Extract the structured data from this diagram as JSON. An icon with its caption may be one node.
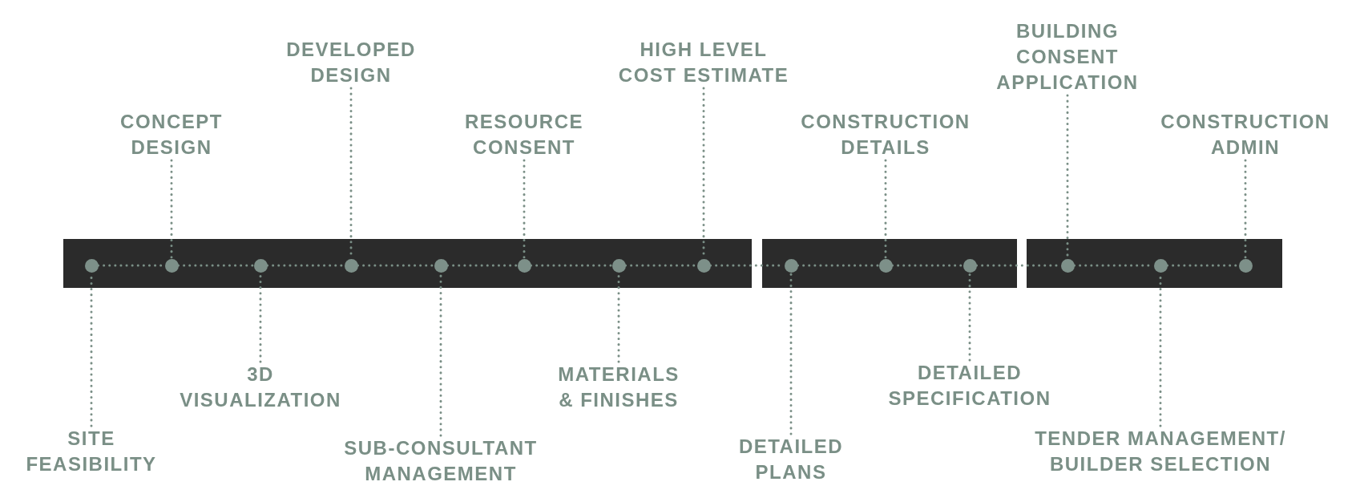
{
  "diagram": {
    "nodes": [
      {
        "text": [],
        "shape": "bar"
      },
      {
        "text": [],
        "shape": "bar"
      },
      {
        "text": [],
        "shape": "bar"
      },
      {
        "text": [],
        "shape": "circle",
        "in": 0
      },
      {
        "text": [],
        "shape": "circle",
        "in": 0
      },
      {
        "text": [],
        "shape": "circle",
        "in": 0
      },
      {
        "text": [],
        "shape": "circle",
        "in": 0
      },
      {
        "text": [],
        "shape": "circle",
        "in": 0
      },
      {
        "text": [],
        "shape": "circle",
        "in": 0
      },
      {
        "text": [],
        "shape": "circle",
        "in": 0
      },
      {
        "text": [],
        "shape": "circle",
        "in": 0
      },
      {
        "text": [],
        "shape": "circle",
        "in": 1
      },
      {
        "text": [],
        "shape": "circle",
        "in": 1
      },
      {
        "text": [],
        "shape": "circle",
        "in": 1
      },
      {
        "text": [],
        "shape": "circle",
        "in": 2
      },
      {
        "text": [],
        "shape": "circle",
        "in": 2
      },
      {
        "text": [],
        "shape": "circle",
        "in": 2
      },
      {
        "text": [
          "SITE FEASIBILITY"
        ]
      },
      {
        "text": [
          "CONCEPT DESIGN"
        ]
      },
      {
        "text": [
          "3D VISUALIZATION"
        ]
      },
      {
        "text": [
          "DEVELOPED DESIGN"
        ]
      },
      {
        "text": [
          "SUB-CONSULTANT MANAGEMENT"
        ]
      },
      {
        "text": [
          "RESOURCE CONSENT"
        ]
      },
      {
        "text": [
          "MATERIALS & FINISHES"
        ]
      },
      {
        "text": [
          "HIGH LEVEL COST ESTIMATE"
        ]
      },
      {
        "text": [
          "DETAILED PLANS"
        ]
      },
      {
        "text": [
          "CONSTRUCTION DETAILS"
        ]
      },
      {
        "text": [
          "DETAILED SPECIFICATION"
        ]
      },
      {
        "text": [
          "BUILDING CONSENT APPLICATION"
        ]
      },
      {
        "text": [
          "TENDER MANAGEMENT/ BUILDER SELECTION"
        ]
      },
      {
        "text": [
          "CONSTRUCTION ADMIN"
        ]
      }
    ],
    "edges": [
      {
        "from": 17,
        "to": 3,
        "arrow": "none"
      },
      {
        "from": 18,
        "to": 4,
        "arrow": "none"
      },
      {
        "from": 19,
        "to": 5,
        "arrow": "none"
      },
      {
        "from": 20,
        "to": 6,
        "arrow": "none"
      },
      {
        "from": 21,
        "to": 7,
        "arrow": "none"
      },
      {
        "from": 22,
        "to": 8,
        "arrow": "none"
      },
      {
        "from": 23,
        "to": 9,
        "arrow": "none"
      },
      {
        "from": 24,
        "to": 10,
        "arrow": "none"
      },
      {
        "from": 25,
        "to": 11,
        "arrow": "none"
      },
      {
        "from": 26,
        "to": 12,
        "arrow": "none"
      },
      {
        "from": 27,
        "to": 13,
        "arrow": "none"
      },
      {
        "from": 28,
        "to": 14,
        "arrow": "none"
      },
      {
        "from": 29,
        "to": 15,
        "arrow": "none"
      },
      {
        "from": 30,
        "to": 16,
        "arrow": "none"
      },
      {
        "from": 3,
        "to": 4,
        "arrow": "none"
      },
      {
        "from": 4,
        "to": 5,
        "arrow": "none"
      },
      {
        "from": 5,
        "to": 6,
        "arrow": "none"
      },
      {
        "from": 6,
        "to": 7,
        "arrow": "none"
      },
      {
        "from": 7,
        "to": 8,
        "arrow": "none"
      },
      {
        "from": 8,
        "to": 9,
        "arrow": "none"
      },
      {
        "from": 9,
        "to": 10,
        "arrow": "none"
      },
      {
        "from": 10,
        "to": 11,
        "arrow": "none"
      },
      {
        "from": 11,
        "to": 12,
        "arrow": "none"
      },
      {
        "from": 12,
        "to": 13,
        "arrow": "none"
      },
      {
        "from": 13,
        "to": 14,
        "arrow": "none"
      },
      {
        "from": 14,
        "to": 15,
        "arrow": "none"
      },
      {
        "from": 15,
        "to": 16,
        "arrow": "none"
      }
    ]
  }
}
